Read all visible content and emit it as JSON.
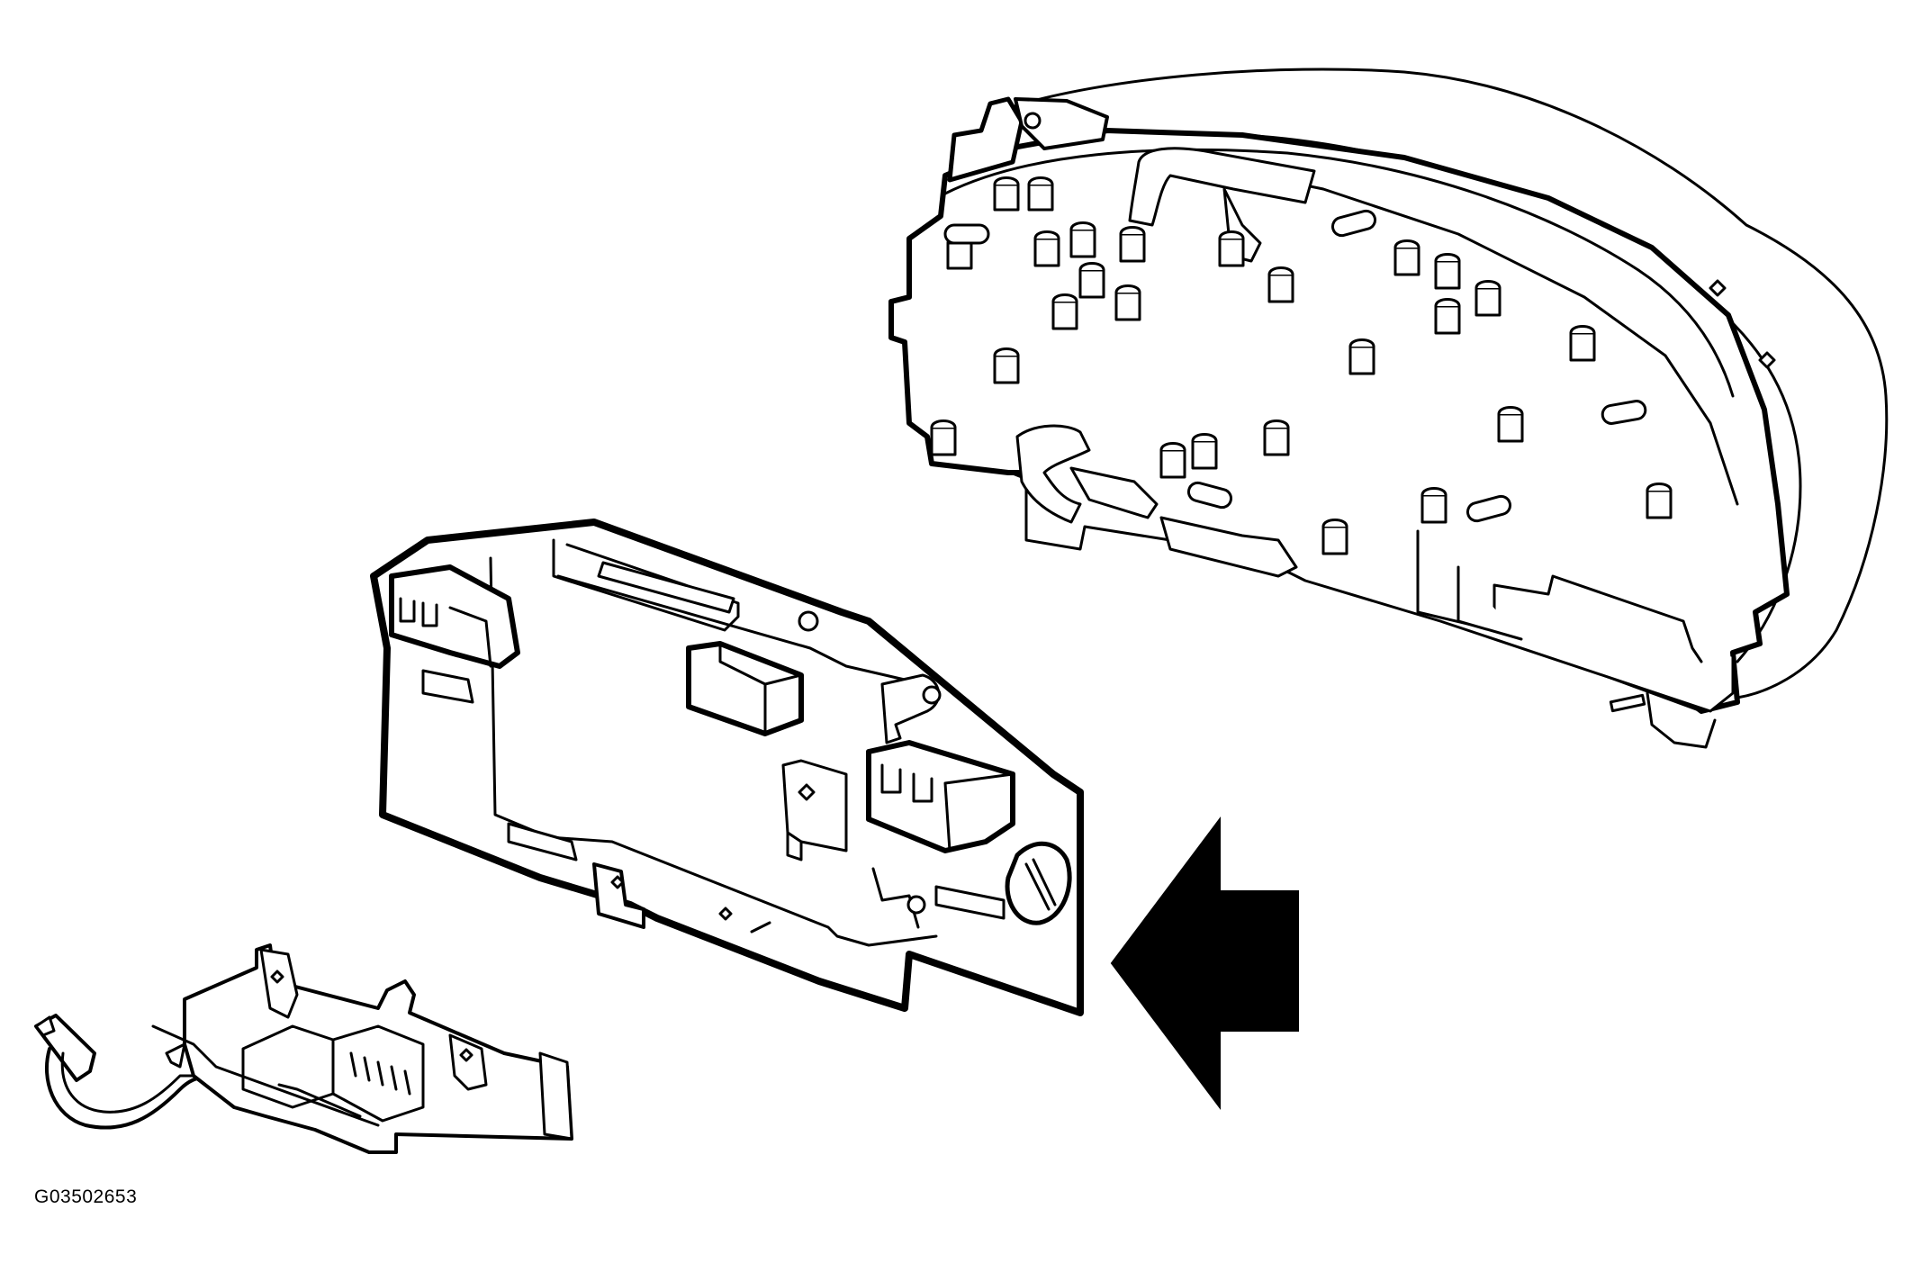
{
  "figure": {
    "id_label": "G03502653"
  },
  "colors": {
    "line": "#000000",
    "background": "#ffffff"
  },
  "parts": [
    {
      "name": "instrument-cluster-housing"
    },
    {
      "name": "circuit-board"
    },
    {
      "name": "wiring-connector-assembly"
    },
    {
      "name": "direction-arrow"
    }
  ]
}
